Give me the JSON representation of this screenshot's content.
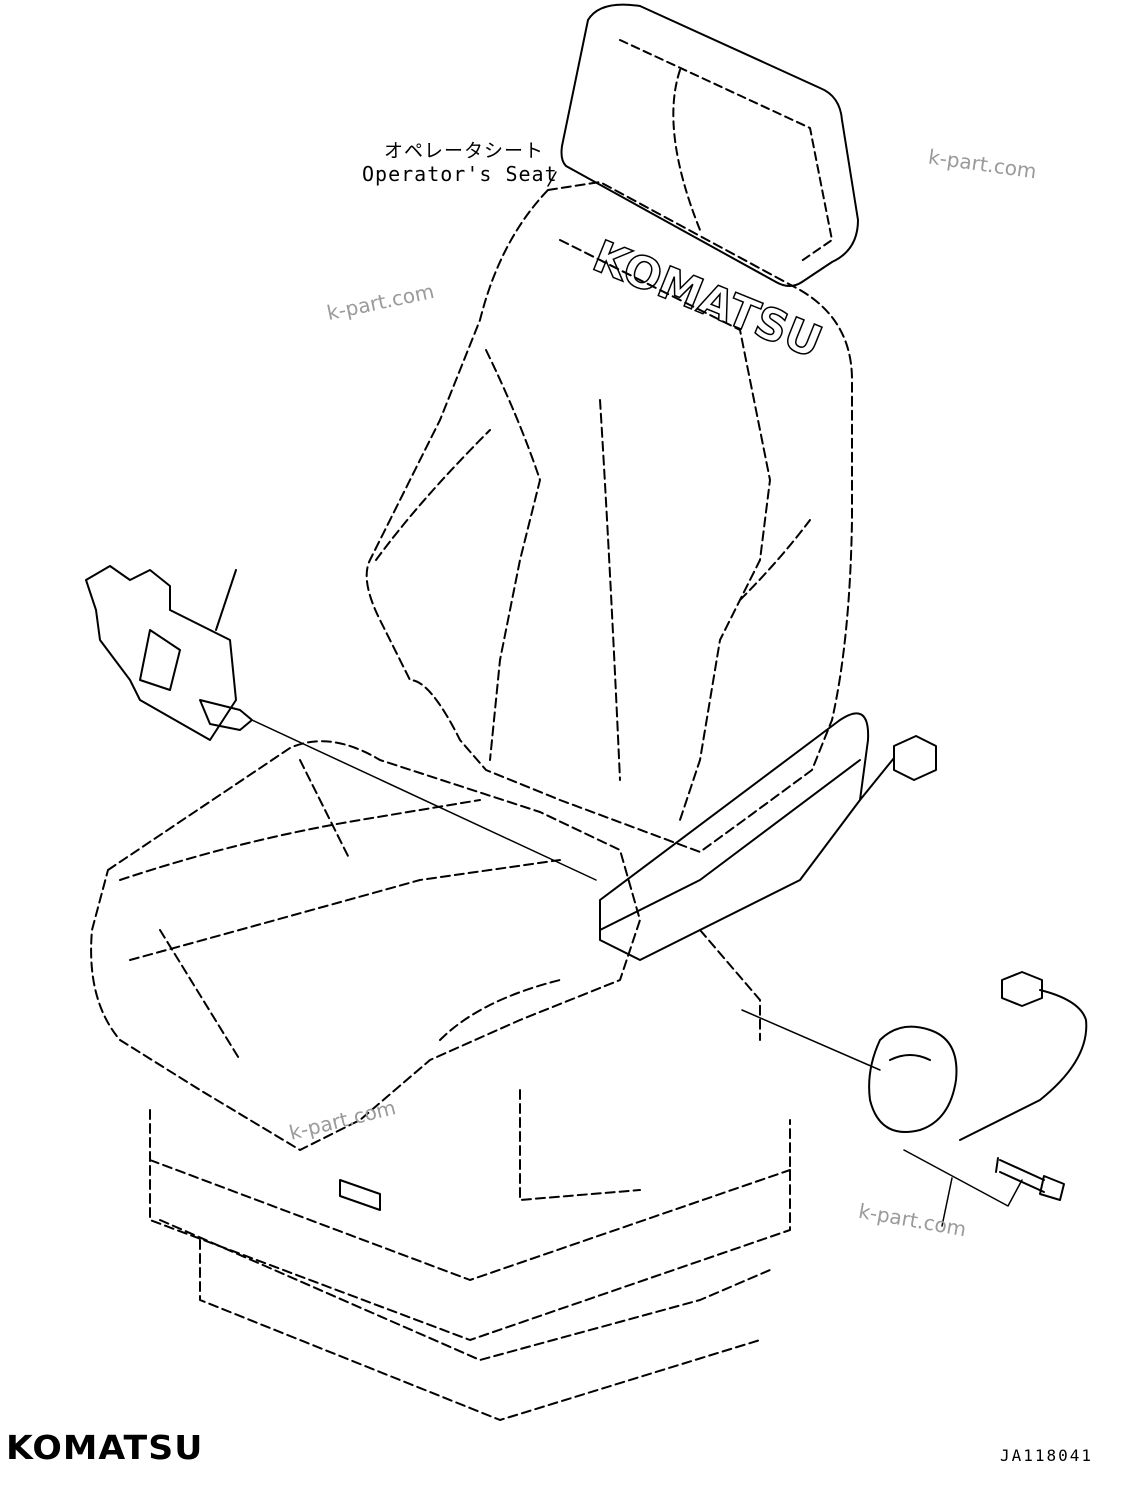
{
  "callout": {
    "seat_name_ja": "オペレータシート",
    "seat_name_en": "Operator's Seat"
  },
  "watermarks": [
    "k-part.com",
    "k-part.com",
    "k-part.com",
    "k-part.com"
  ],
  "seat_branding": "KOMATSU",
  "footer": {
    "brand": "KOMATSU",
    "figure_code": "JA118041"
  },
  "colors": {
    "line": "#000000",
    "watermark": "#9a9a9a",
    "background": "#ffffff"
  },
  "icons": [
    "operator-seat-drawing",
    "seat-switch-part",
    "connector-plug",
    "harness-switch-part",
    "bolt-part"
  ]
}
